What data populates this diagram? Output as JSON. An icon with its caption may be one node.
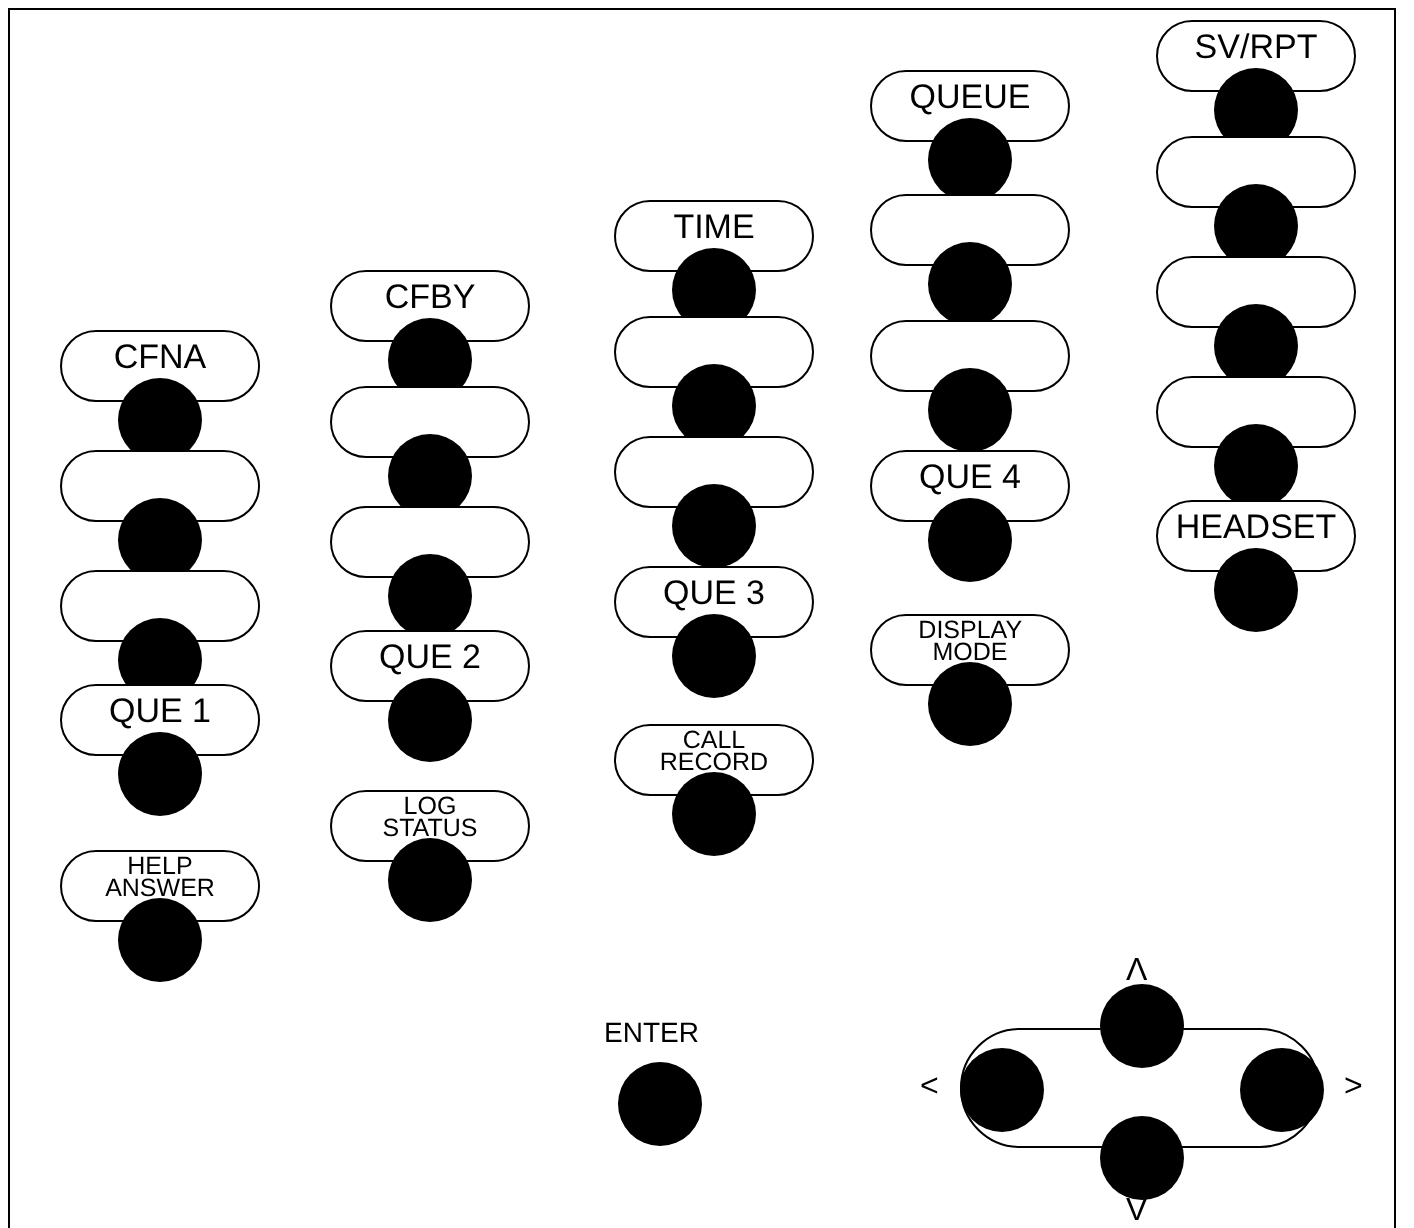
{
  "diagram": {
    "nodes": [
      {
        "text": [
          "CFNA"
        ]
      },
      {
        "text": [],
        "shape": "box"
      },
      {
        "text": [],
        "shape": "box"
      },
      {
        "text": [
          "QUE 1"
        ]
      },
      {
        "text": [
          "HELP ANSWER"
        ]
      },
      {
        "text": [
          "CFBY"
        ]
      },
      {
        "text": [],
        "shape": "box"
      },
      {
        "text": [],
        "shape": "box"
      },
      {
        "text": [
          "QUE 2"
        ]
      },
      {
        "text": [
          "LOG STATUS"
        ]
      },
      {
        "text": [
          "TIME"
        ]
      },
      {
        "text": [],
        "shape": "box"
      },
      {
        "text": [],
        "shape": "box"
      },
      {
        "text": [
          "QUE 3"
        ]
      },
      {
        "text": [
          "CALL RECORD"
        ]
      },
      {
        "text": [
          "QUEUE"
        ]
      },
      {
        "text": [],
        "shape": "box"
      },
      {
        "text": [],
        "shape": "box"
      },
      {
        "text": [
          "QUE 4"
        ]
      },
      {
        "text": [
          "DISPLAY MODE"
        ]
      },
      {
        "text": [
          "SV/RPT"
        ]
      },
      {
        "text": [],
        "shape": "box"
      },
      {
        "text": [],
        "shape": "box"
      },
      {
        "text": [],
        "shape": "box"
      },
      {
        "text": [
          "HEADSET"
        ]
      },
      {
        "text": [],
        "shape": "box"
      }
    ],
    "labels": [
      "ENTER",
      "Λ",
      "<",
      ">",
      "V"
    ]
  }
}
